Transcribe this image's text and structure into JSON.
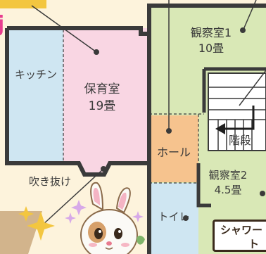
{
  "rooms": {
    "kitchen": {
      "label": "キッチン"
    },
    "nursery": {
      "name": "保育室",
      "size": "19畳"
    },
    "observation1": {
      "name": "観察室1",
      "size": "10畳"
    },
    "observation2": {
      "name": "観察室2",
      "size": "4.5畳"
    },
    "hall": {
      "label": "ホール"
    },
    "toilet": {
      "label": "トイレ"
    },
    "stairs": {
      "label": "階段"
    },
    "atrium": {
      "label": "吹き抜け"
    }
  },
  "shower_badge": {
    "line1": "シャワー",
    "line2": "ト"
  },
  "colors": {
    "background": "#fdf3dc",
    "nursery": "#f9d6e3",
    "kitchen": "#cfe6f2",
    "observation": "#d9e8b6",
    "hall": "#f6c38e",
    "toilet": "#cfe6f2",
    "wall": "#3a3a3a",
    "accent_pink": "#e83c8f"
  },
  "icons": [
    "sparkle-icon",
    "rabbit-mascot-icon",
    "leader-dot-icon"
  ]
}
